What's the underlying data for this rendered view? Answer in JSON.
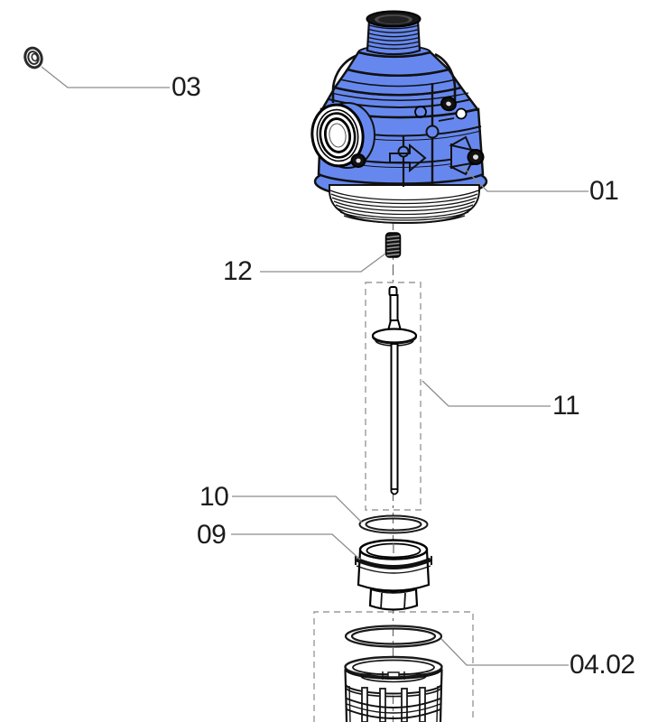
{
  "diagram": {
    "labels": {
      "part03": "03",
      "part01": "01",
      "part12": "12",
      "part11": "11",
      "part10": "10",
      "part09": "09",
      "part0402": "04.02"
    },
    "colors": {
      "housing_blue": "#6688ee",
      "outline": "#111111",
      "leader_gray": "#8c8c8c",
      "dashed_gray": "#9a9a9a",
      "label_text": "#1c1c1c"
    }
  }
}
